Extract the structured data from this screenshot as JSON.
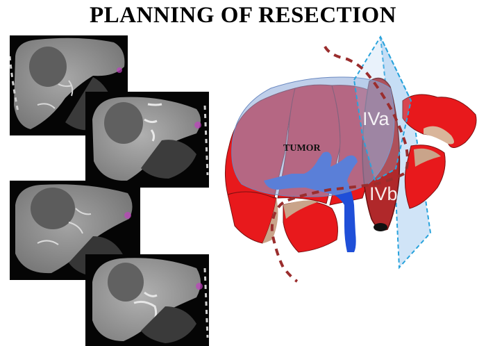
{
  "title": "PLANNING OF RESECTION",
  "diagram": {
    "tumor_label": "TUMOR",
    "segment_labels": [
      "IVa",
      "IVb"
    ],
    "colors": {
      "liver_red": "#e8191c",
      "tan": "#c9a48a",
      "tumor_overlay": "#8aa8d8",
      "resection_plane": "#a9cdf0",
      "plane_border": "#29a3dc",
      "vessel_blue": "#1f4fd8",
      "dashed_line": "#9a2d2d"
    }
  },
  "ct_images": [
    {
      "id": "ct-scan-1"
    },
    {
      "id": "ct-scan-2"
    },
    {
      "id": "ct-scan-3"
    },
    {
      "id": "ct-scan-4"
    }
  ]
}
